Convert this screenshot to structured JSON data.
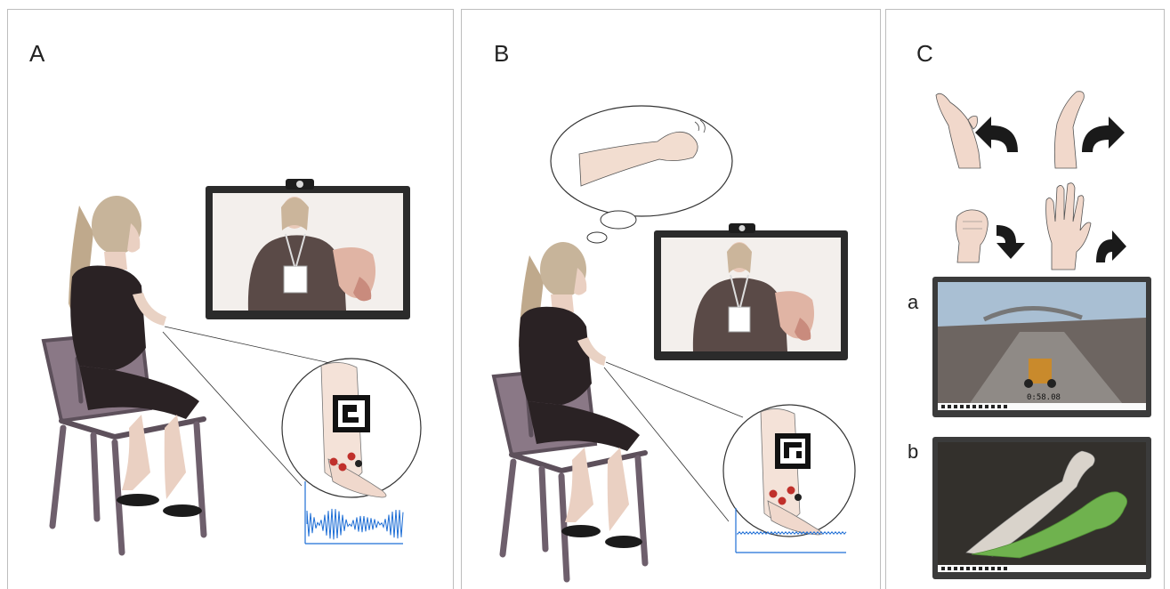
{
  "panels": {
    "a": {
      "label": "A"
    },
    "b": {
      "label": "B"
    },
    "c": {
      "label": "C",
      "screen_a_label": "a",
      "screen_b_label": "b",
      "race_timer": "0:58.08"
    }
  },
  "colors": {
    "emg_signal": "#1f6fd6",
    "chair": "#6e5f6c",
    "dress": "#2a2224",
    "monitor_frame": "#2b2b2b",
    "virtual_arm": "#6fb24e",
    "vr_background": "#33302c"
  },
  "icons": [
    "webcam-icon",
    "fiducial-marker-icon",
    "electrode-icon",
    "rotate-arrow-icon"
  ]
}
